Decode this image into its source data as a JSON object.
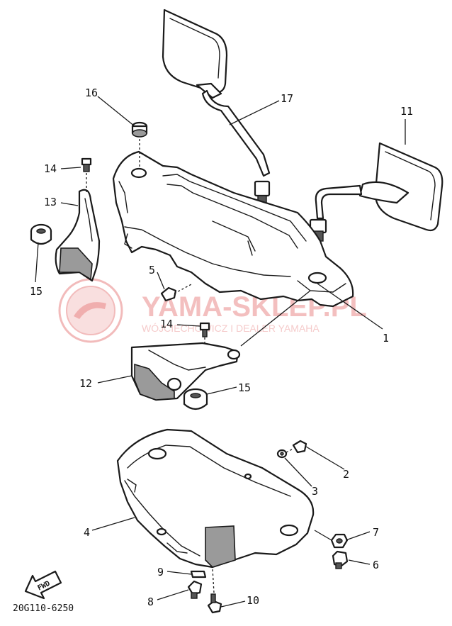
{
  "watermark": {
    "title": "YAMA-SKLEP.PL",
    "subtitle": "WÓJCIECHOWICZ I DEALER YAMAHA",
    "color": "#e89a9a"
  },
  "diagram_code": "20G110-6250",
  "fwd_label": "FWD",
  "callouts": {
    "n1": "1",
    "n2": "2",
    "n3": "3",
    "n4": "4",
    "n5": "5",
    "n6": "6",
    "n7": "7",
    "n8": "8",
    "n9": "9",
    "n10": "10",
    "n11": "11",
    "n12": "12",
    "n13": "13",
    "n14a": "14",
    "n14b": "14",
    "n15a": "15",
    "n15b": "15",
    "n16": "16",
    "n17": "17"
  }
}
